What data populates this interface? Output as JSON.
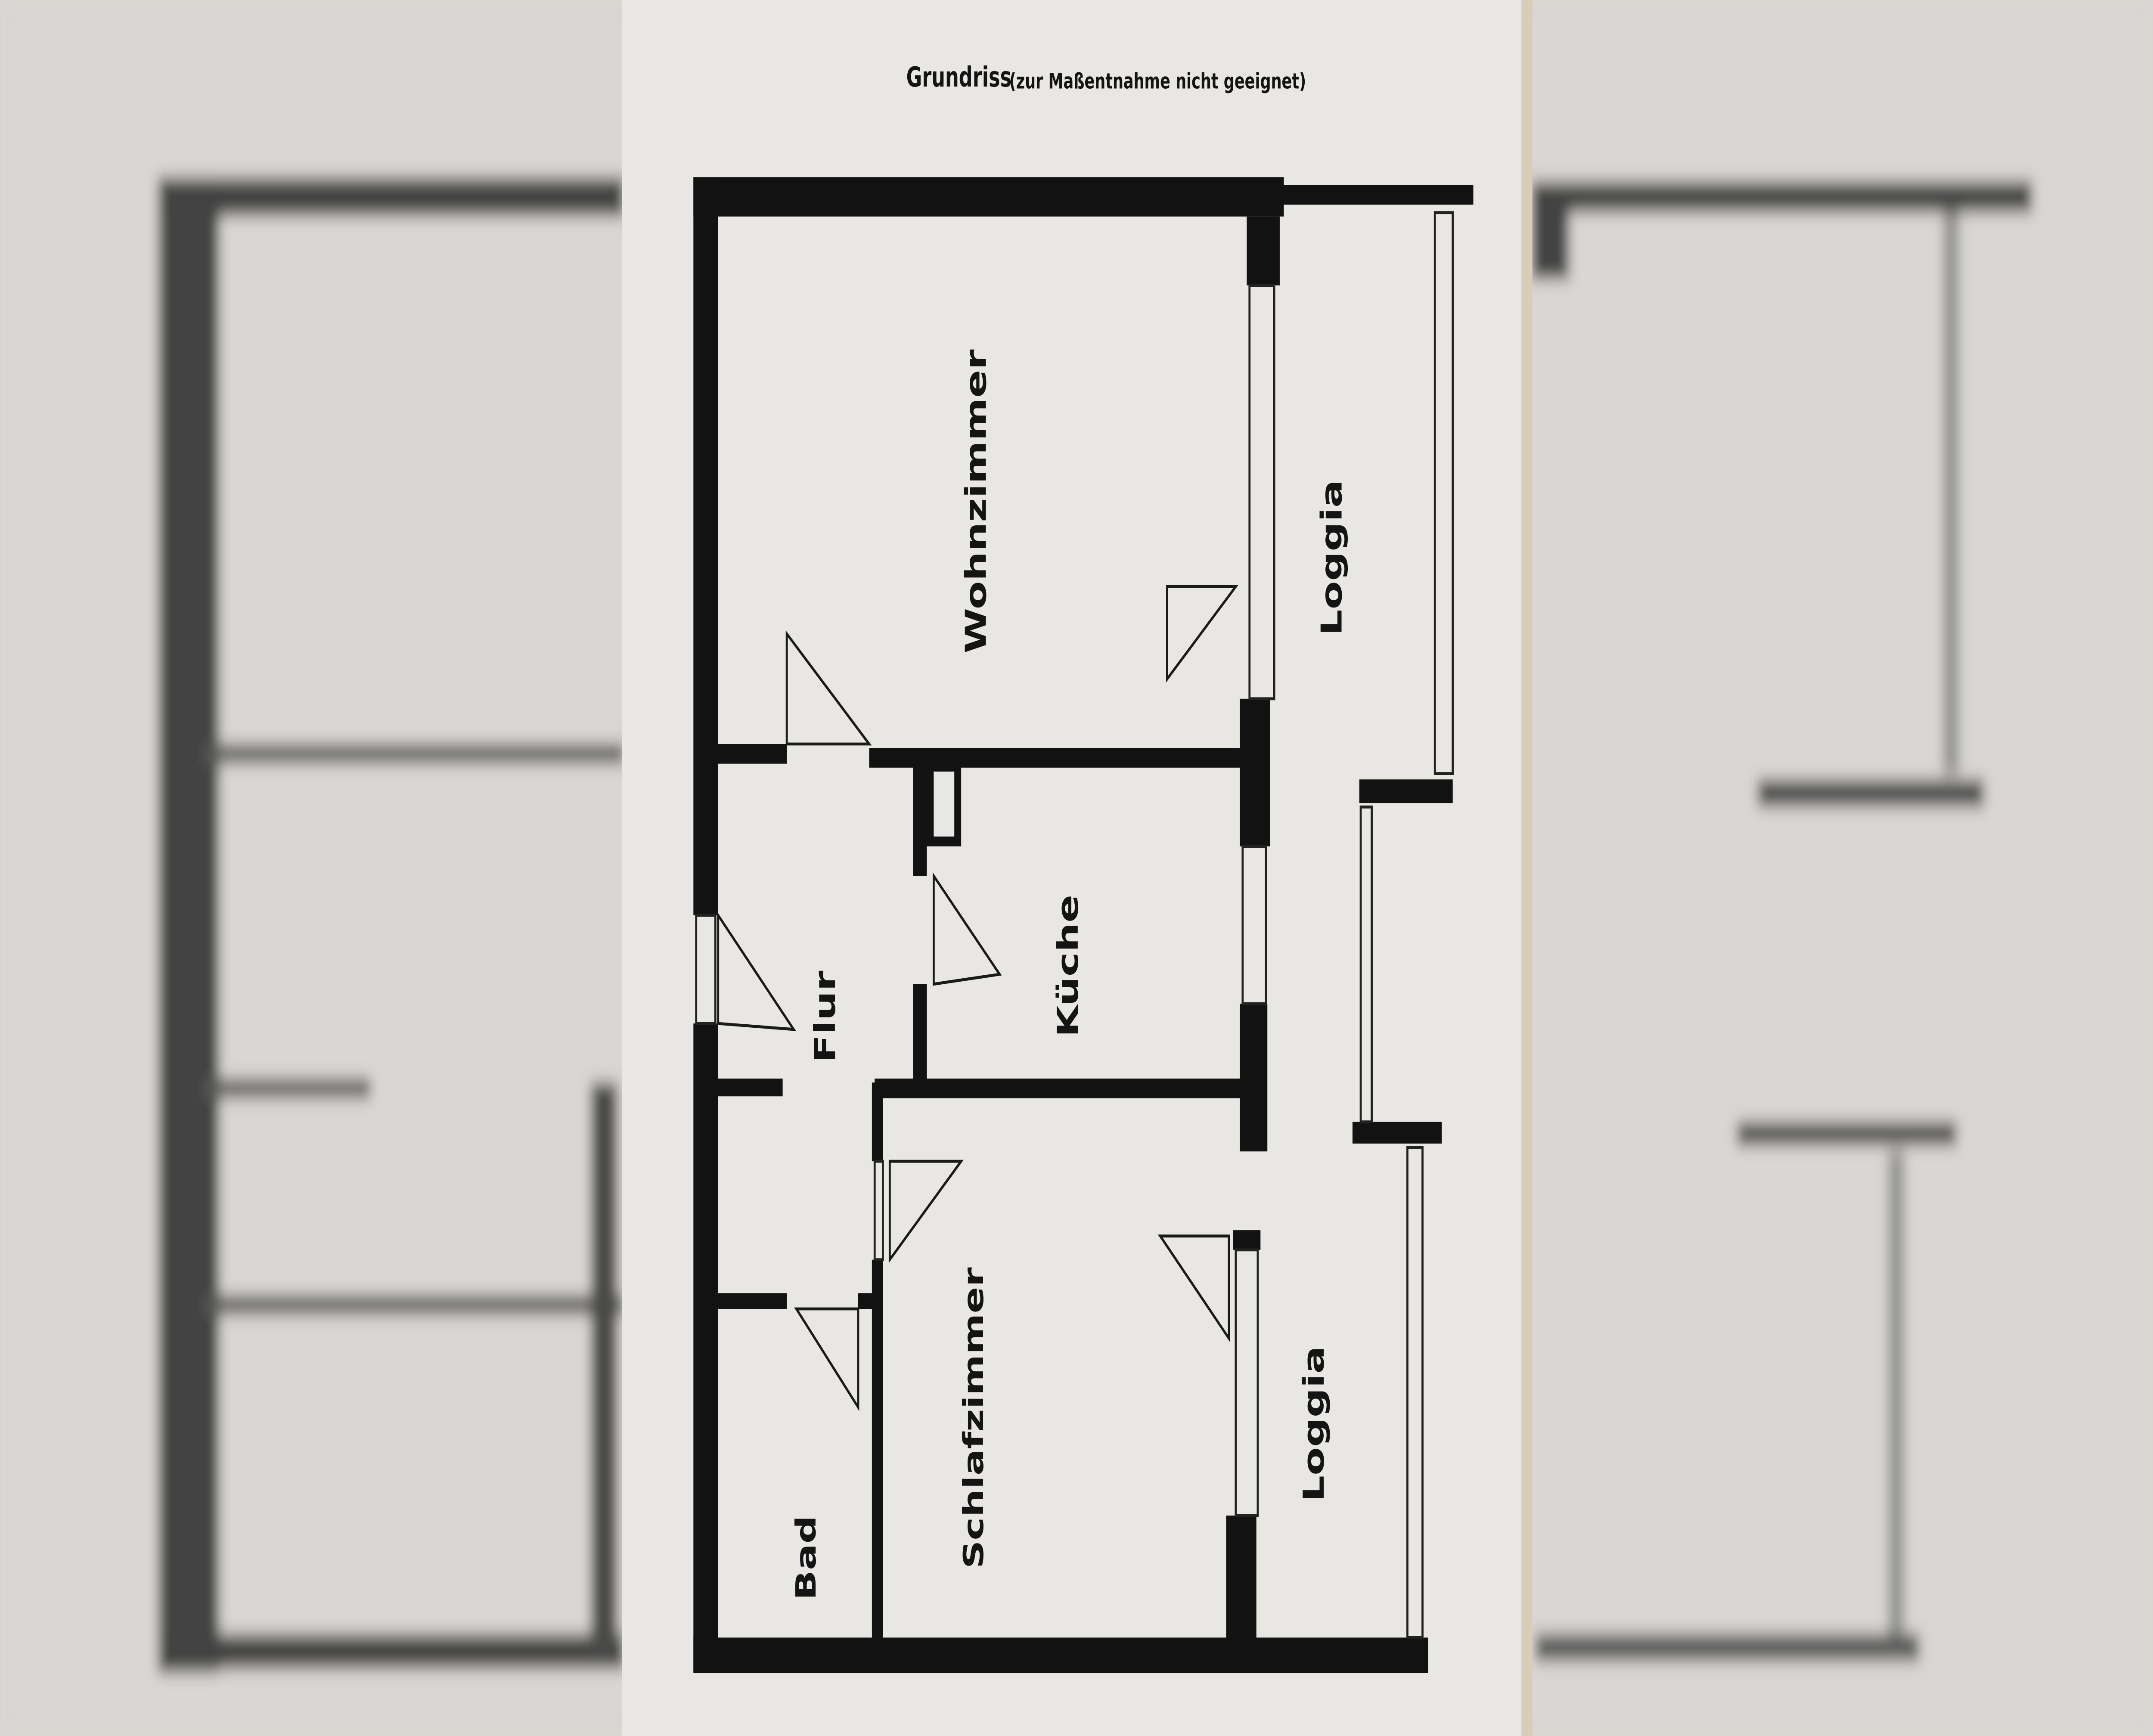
{
  "document": {
    "title": "Grundriss",
    "subtitle": "(zur Maßentnahme nicht geeignet)"
  },
  "rooms": {
    "wohnzimmer": "Wohnzimmer",
    "kueche": "Küche",
    "flur": "Flur",
    "schlafzimmer": "Schlafzimmer",
    "bad": "Bad",
    "loggia_top": "Loggia",
    "loggia_bottom": "Loggia"
  },
  "colors": {
    "paper": "#e9e7e3",
    "background": "#d9d7d3",
    "wall": "#121212"
  }
}
